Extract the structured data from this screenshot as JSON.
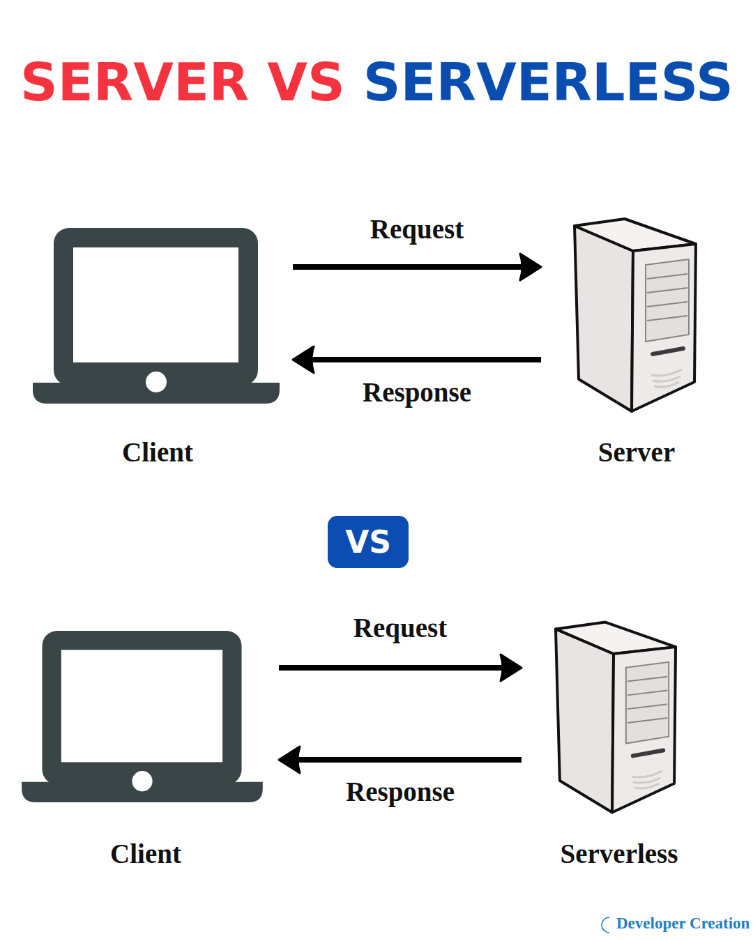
{
  "diagram": {
    "title": "SERVER VS SERVERLESS",
    "nodes": [
      {
        "text": [
          "Client"
        ]
      },
      {
        "text": [
          "Server"
        ]
      },
      {
        "text": [
          "VS"
        ]
      },
      {
        "text": [
          "Client"
        ]
      },
      {
        "text": [
          "Serverless"
        ]
      }
    ],
    "edges": [
      {
        "from": 0,
        "to": 1,
        "label": "Request",
        "arrow": "to"
      },
      {
        "from": 1,
        "to": 0,
        "label": "Response",
        "arrow": "to"
      },
      {
        "from": 3,
        "to": 4,
        "label": "Request",
        "arrow": "to"
      },
      {
        "from": 4,
        "to": 3,
        "label": "Response",
        "arrow": "to"
      }
    ],
    "labels": [
      "Developer Creation"
    ]
  }
}
